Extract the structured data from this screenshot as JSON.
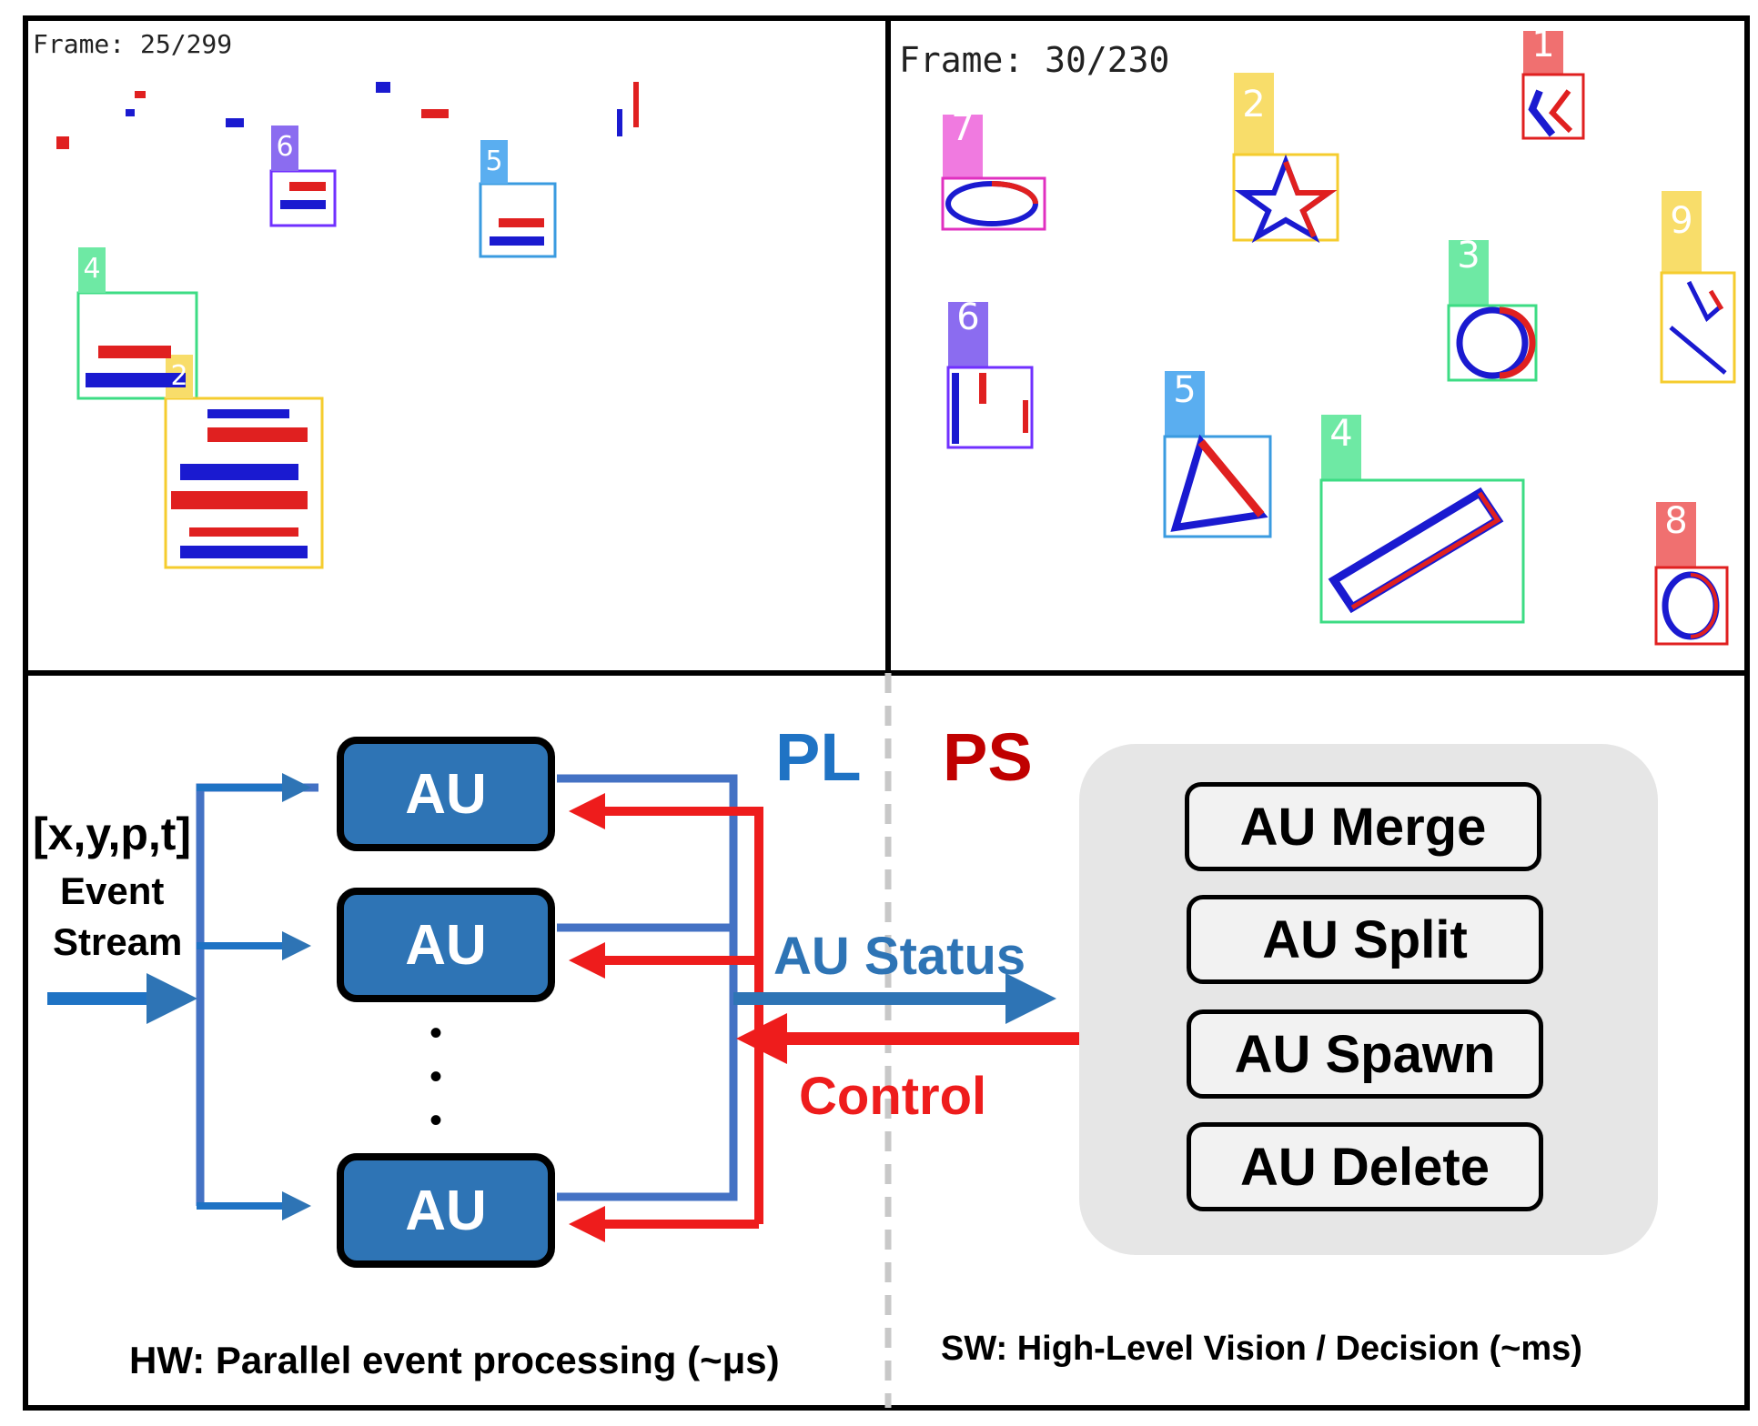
{
  "left_panel": {
    "frame_text": "Frame: 25/299",
    "tags": [
      "6",
      "5",
      "4",
      "2"
    ]
  },
  "right_panel": {
    "frame_text": "Frame: 30/230",
    "tags": [
      "1",
      "2",
      "3",
      "4",
      "5",
      "6",
      "7",
      "8",
      "9"
    ]
  },
  "diagram": {
    "input_label_1": "[x,y,p,t]",
    "input_label_2": "Event",
    "input_label_3": "Stream",
    "au_label": "AU",
    "dots": "•",
    "pl_label": "PL",
    "ps_label": "PS",
    "status_label": "AU Status",
    "control_label": "Control",
    "ops": [
      "AU Merge",
      "AU Split",
      "AU Spawn",
      "AU Delete"
    ],
    "hw_caption": "HW: Parallel event processing (~μs)",
    "sw_caption": "SW: High-Level Vision / Decision (~ms)"
  },
  "colors": {
    "blue": "#2e74b5",
    "red": "#ee1c1c",
    "pl_blue": "#1f73c4",
    "ps_red": "#c00000",
    "box_purple": "#7030ff",
    "box_blue": "#3a9be0",
    "box_green": "#3ddc84",
    "box_yellow": "#f5cc2e",
    "box_red": "#e02020",
    "box_magenta": "#e030c0"
  }
}
